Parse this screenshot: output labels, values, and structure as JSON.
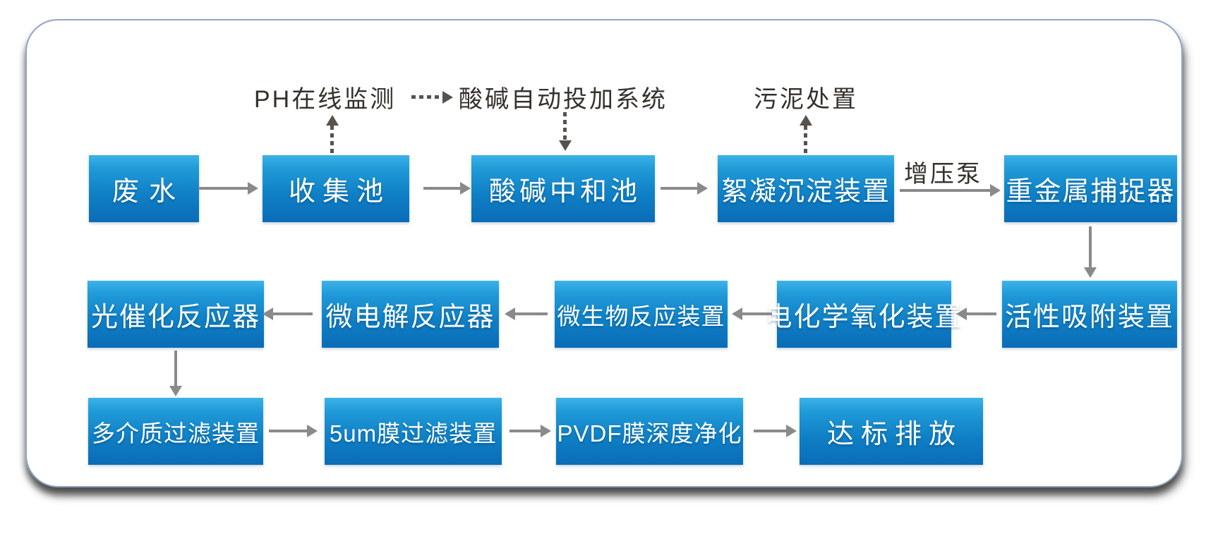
{
  "labels": {
    "ph_monitor": "PH在线监测",
    "dosing_system": "酸碱自动投加系统",
    "sludge_disposal": "污泥处置",
    "booster_pump": "增压泵"
  },
  "nodes": {
    "row1": [
      "废水",
      "收集池",
      "酸碱中和池",
      "絮凝沉淀装置",
      "重金属捕捉器"
    ],
    "row2": [
      "光催化反应器",
      "微电解反应器",
      "微生物反应装置",
      "电化学氧化装置",
      "活性吸附装置"
    ],
    "row3": [
      "多介质过滤装置",
      "5um膜过滤装置",
      "PVDF膜深度净化",
      "达标排放"
    ]
  },
  "colors": {
    "box_gradient_top": "#3cb3e8",
    "box_gradient_bottom": "#0a6cb7",
    "box_text": "#ffffff",
    "annotation_text": "#35302b",
    "solid_arrow": "#8a8a8a",
    "dashed_arrow": "#57524e",
    "card_border": "#8fa6c4",
    "card_background": "#ffffff"
  }
}
